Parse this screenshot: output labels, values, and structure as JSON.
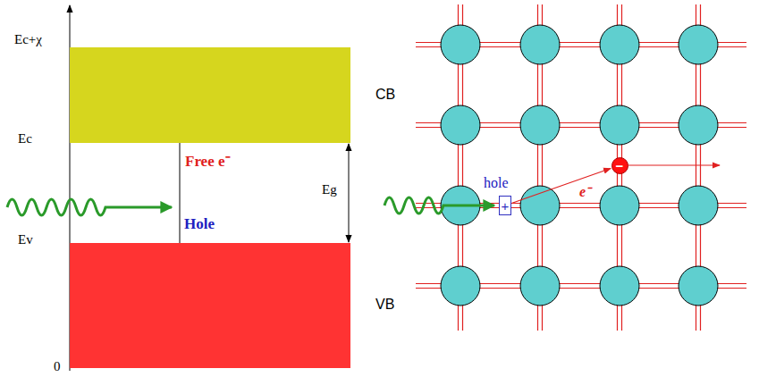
{
  "diagram": {
    "nodes": [
      {
        "text": [
          "CB"
        ]
      },
      {
        "text": [
          "VB"
        ]
      },
      {
        "text": [
          "+"
        ]
      },
      {
        "text": [
          "−"
        ]
      }
    ],
    "edges": [
      {
        "from": 2,
        "to": 3,
        "arrow": "to"
      }
    ],
    "labels": [
      "Ec+χ",
      "Ec",
      "Ev",
      "0",
      "Free e⁻",
      "Hole",
      "Eg",
      "hole",
      "e⁻"
    ]
  }
}
